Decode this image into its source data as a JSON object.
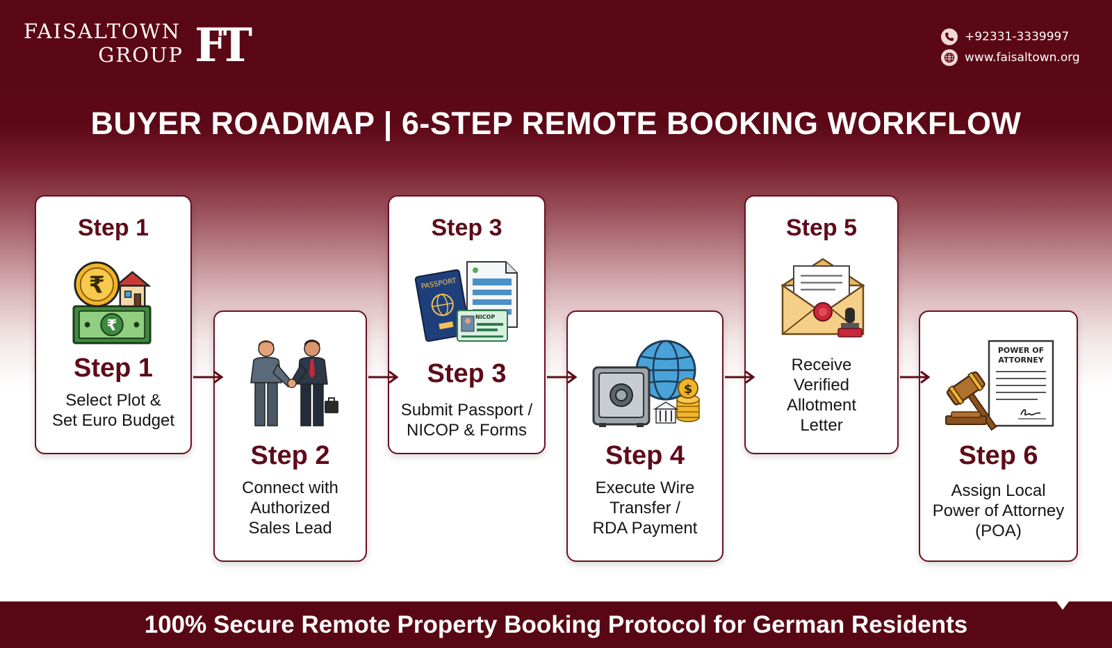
{
  "brand": {
    "line1": "FAISALTOWN",
    "line2": "GROUP",
    "mark": "FT"
  },
  "contact": {
    "phone": "+92331-3339997",
    "website": "www.faisaltown.org",
    "phone_icon": "phone-icon",
    "web_icon": "globe-icon"
  },
  "title": "BUYER ROADMAP | 6-STEP REMOTE BOOKING WORKFLOW",
  "steps": [
    {
      "label_top": "Step 1",
      "label": "Step 1",
      "desc": [
        "Select Plot &",
        "Set Euro Budget"
      ],
      "icon": "rupee-coin-house-cash-icon"
    },
    {
      "label": "Step 2",
      "desc": [
        "Connect with",
        "Authorized",
        "Sales Lead"
      ],
      "icon": "handshake-icon"
    },
    {
      "label_top": "Step 3",
      "label": "Step 3",
      "desc": [
        "Submit Passport /",
        "NICOP & Forms"
      ],
      "icon": "passport-documents-icon",
      "passport_text": "PASSPORT",
      "nicop_text": "NICOP"
    },
    {
      "label": "Step 4",
      "desc": [
        "Execute Wire",
        "Transfer /",
        "RDA Payment"
      ],
      "icon": "safe-globe-money-icon"
    },
    {
      "label_top": "Step 5",
      "desc": [
        "Receive",
        "Verified",
        "Allotment",
        "Letter"
      ],
      "icon": "envelope-seal-stamp-icon"
    },
    {
      "label": "Step 6",
      "desc": [
        "Assign Local",
        "Power of Attorney",
        "(POA)"
      ],
      "icon": "gavel-document-icon",
      "doc_title": [
        "POWER OF",
        "ATTORNEY"
      ]
    }
  ],
  "footer": "100% Secure Remote Property Booking Protocol for German Residents",
  "colors": {
    "maroon": "#5a0715",
    "accent": "#5e0b1a",
    "gold": "#f2b52a"
  }
}
